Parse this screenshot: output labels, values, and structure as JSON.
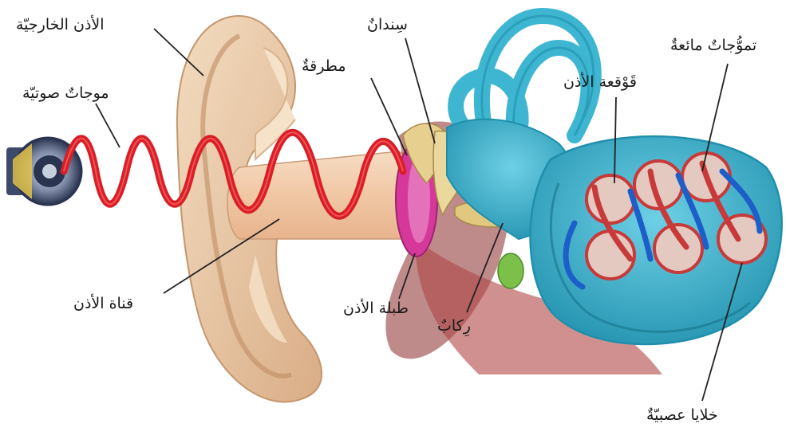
{
  "labels": {
    "outer_ear": "الأذن الخارجيّة",
    "sound_waves": "موجاتٌ صوتيّة",
    "anvil": "سِندانٌ",
    "hammer": "مطرقةٌ",
    "cochlea": "قَوْقعة الأذن",
    "fluid_waves": "تموُّجاتٌ مائعةٌ",
    "ear_canal": "قناة الأذن",
    "eardrum": "طبلة الأذن",
    "stirrup": "رِكابٌ",
    "nerve_cells": "خلايا عصبيّةٌ"
  },
  "colors": {
    "skin": "#e9c9a5",
    "skin_shadow": "#c9986f",
    "canal": "#f1d2b5",
    "sound_wave": "#d81e26",
    "eardrum": "#d6389a",
    "bone": "#e6cf8f",
    "inner_ear": "#3fb6d1",
    "inner_ear_dark": "#1f8fac",
    "cochlea_red": "#c83a3a",
    "cochlea_blue": "#1c5fc9",
    "speaker": "#3d4a6b"
  }
}
